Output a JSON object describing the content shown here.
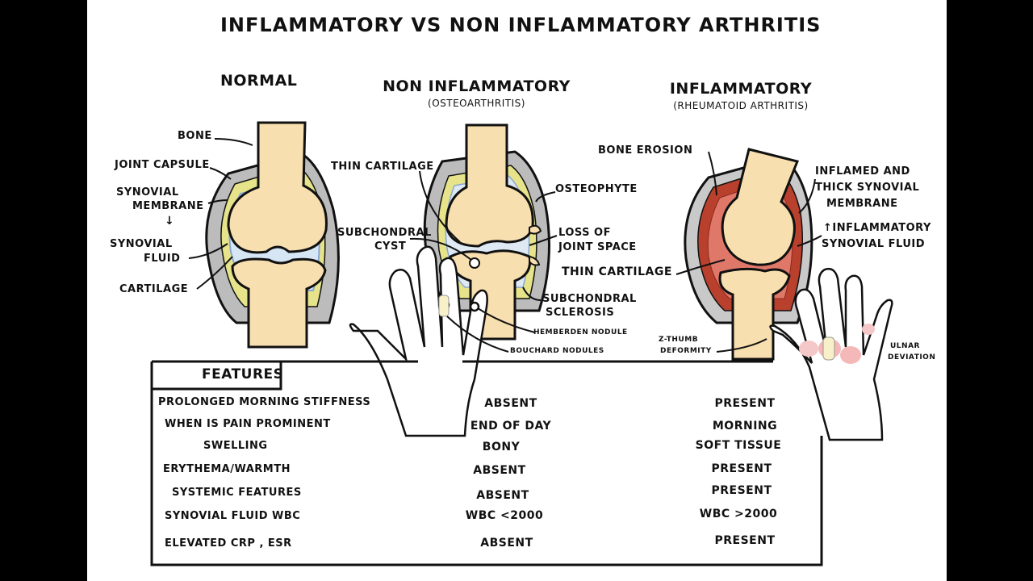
{
  "title": "INFLAMMATORY VS NON INFLAMMATORY ARTHRITIS",
  "columns": {
    "normal": {
      "heading": "NORMAL"
    },
    "non_inflammatory": {
      "heading": "NON INFLAMMATORY",
      "subheading": "(OSTEOARTHRITIS)"
    },
    "inflammatory": {
      "heading": "INFLAMMATORY",
      "subheading": "(RHEUMATOID ARTHRITIS)"
    }
  },
  "normal_labels": {
    "bone": "BONE",
    "joint_capsule": "JOINT CAPSULE",
    "synovial_membrane_1": "SYNOVIAL",
    "synovial_membrane_2": "MEMBRANE",
    "arrow": "↓",
    "synovial_fluid_1": "SYNOVIAL",
    "synovial_fluid_2": "FLUID",
    "cartilage": "CARTILAGE"
  },
  "oa_labels": {
    "thin_cartilage": "THIN CARTILAGE",
    "osteophyte": "OSTEOPHYTE",
    "subchondral_cyst_1": "SUBCHONDRAL",
    "subchondral_cyst_2": "CYST",
    "loss_joint_space_1": "LOSS OF",
    "loss_joint_space_2": "JOINT SPACE",
    "subchondral_sclerosis_1": "SUBCHONDRAL",
    "subchondral_sclerosis_2": "SCLEROSIS",
    "heberden": "HEMBERDEN NODULE",
    "bouchard": "BOUCHARD NODULES"
  },
  "ra_labels": {
    "bone_erosion": "BONE EROSION",
    "inflamed_1": "INFLAMED AND",
    "inflamed_2": "THICK SYNOVIAL",
    "inflamed_3": "MEMBRANE",
    "fluid_1": "↑INFLAMMATORY",
    "fluid_2": "SYNOVIAL FLUID",
    "thin_cartilage": "THIN CARTILAGE",
    "z_thumb_1": "Z-THUMB",
    "z_thumb_2": "DEFORMITY",
    "ulnar_1": "ULNAR",
    "ulnar_2": "DEVIATION"
  },
  "features_table": {
    "header": "FEATURES",
    "rows": [
      {
        "feature": "PROLONGED MORNING STIFFNESS",
        "non_inflammatory": "ABSENT",
        "inflammatory": "PRESENT"
      },
      {
        "feature": "WHEN IS PAIN PROMINENT",
        "non_inflammatory": "END OF DAY",
        "inflammatory": "MORNING"
      },
      {
        "feature": "SWELLING",
        "non_inflammatory": "BONY",
        "inflammatory": "SOFT TISSUE"
      },
      {
        "feature": "ERYTHEMA/WARMTH",
        "non_inflammatory": "ABSENT",
        "inflammatory": "PRESENT"
      },
      {
        "feature": "SYSTEMIC FEATURES",
        "non_inflammatory": "ABSENT",
        "inflammatory": "PRESENT"
      },
      {
        "feature": "SYNOVIAL FLUID WBC",
        "non_inflammatory": "WBC <2000",
        "inflammatory": "WBC >2000"
      },
      {
        "feature": "ELEVATED CRP , ESR",
        "non_inflammatory": "ABSENT",
        "inflammatory": "PRESENT"
      }
    ]
  },
  "colors": {
    "bone": "#f8dfb0",
    "capsule": "#a8a8a8",
    "membrane": "#e6e38a",
    "fluid": "#cfe2f2",
    "cartilage_edge": "#9fb6d8",
    "inflamed": "#b8402c",
    "inflamed_light": "#e0786a",
    "nodule": "#f4b8b8"
  }
}
